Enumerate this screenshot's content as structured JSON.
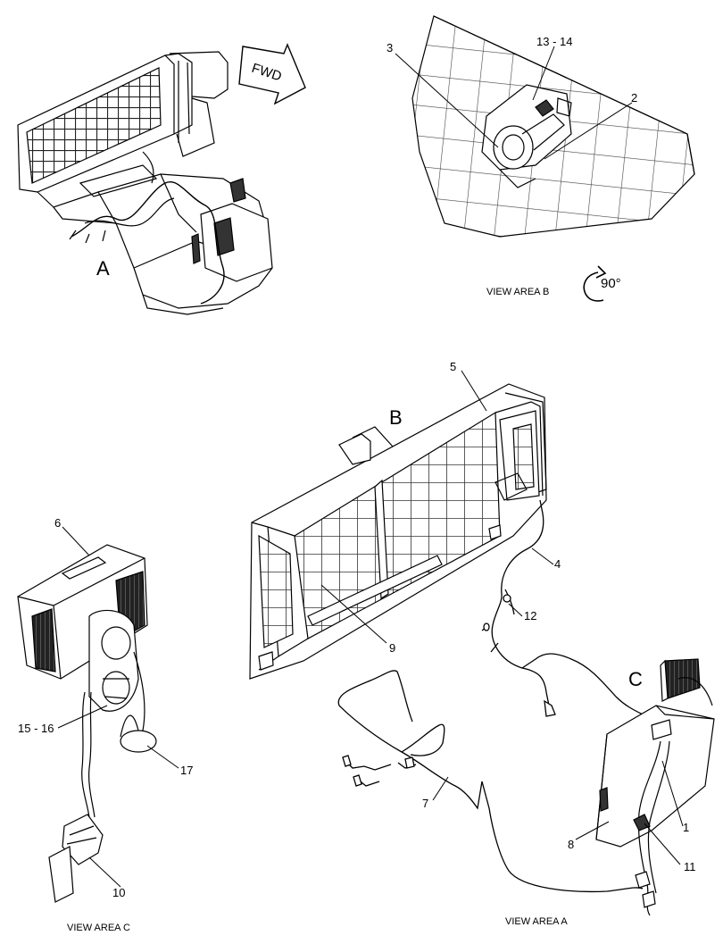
{
  "views": {
    "A": "A",
    "B": "B",
    "C": "C",
    "view_area_a": "VIEW AREA  A",
    "view_area_b": "VIEW AREA  B",
    "view_area_c": "VIEW AREA  C"
  },
  "fwd_label": "FWD",
  "rotation_label": "90°",
  "callouts": {
    "c1": "1",
    "c2": "2",
    "c3": "3",
    "c4": "4",
    "c5": "5",
    "c6": "6",
    "c7": "7",
    "c8": "8",
    "c9": "9",
    "c10": "10",
    "c11": "11",
    "c12": "12",
    "c13_14": "13 - 14",
    "c15_16": "15 - 16",
    "c17": "17"
  }
}
